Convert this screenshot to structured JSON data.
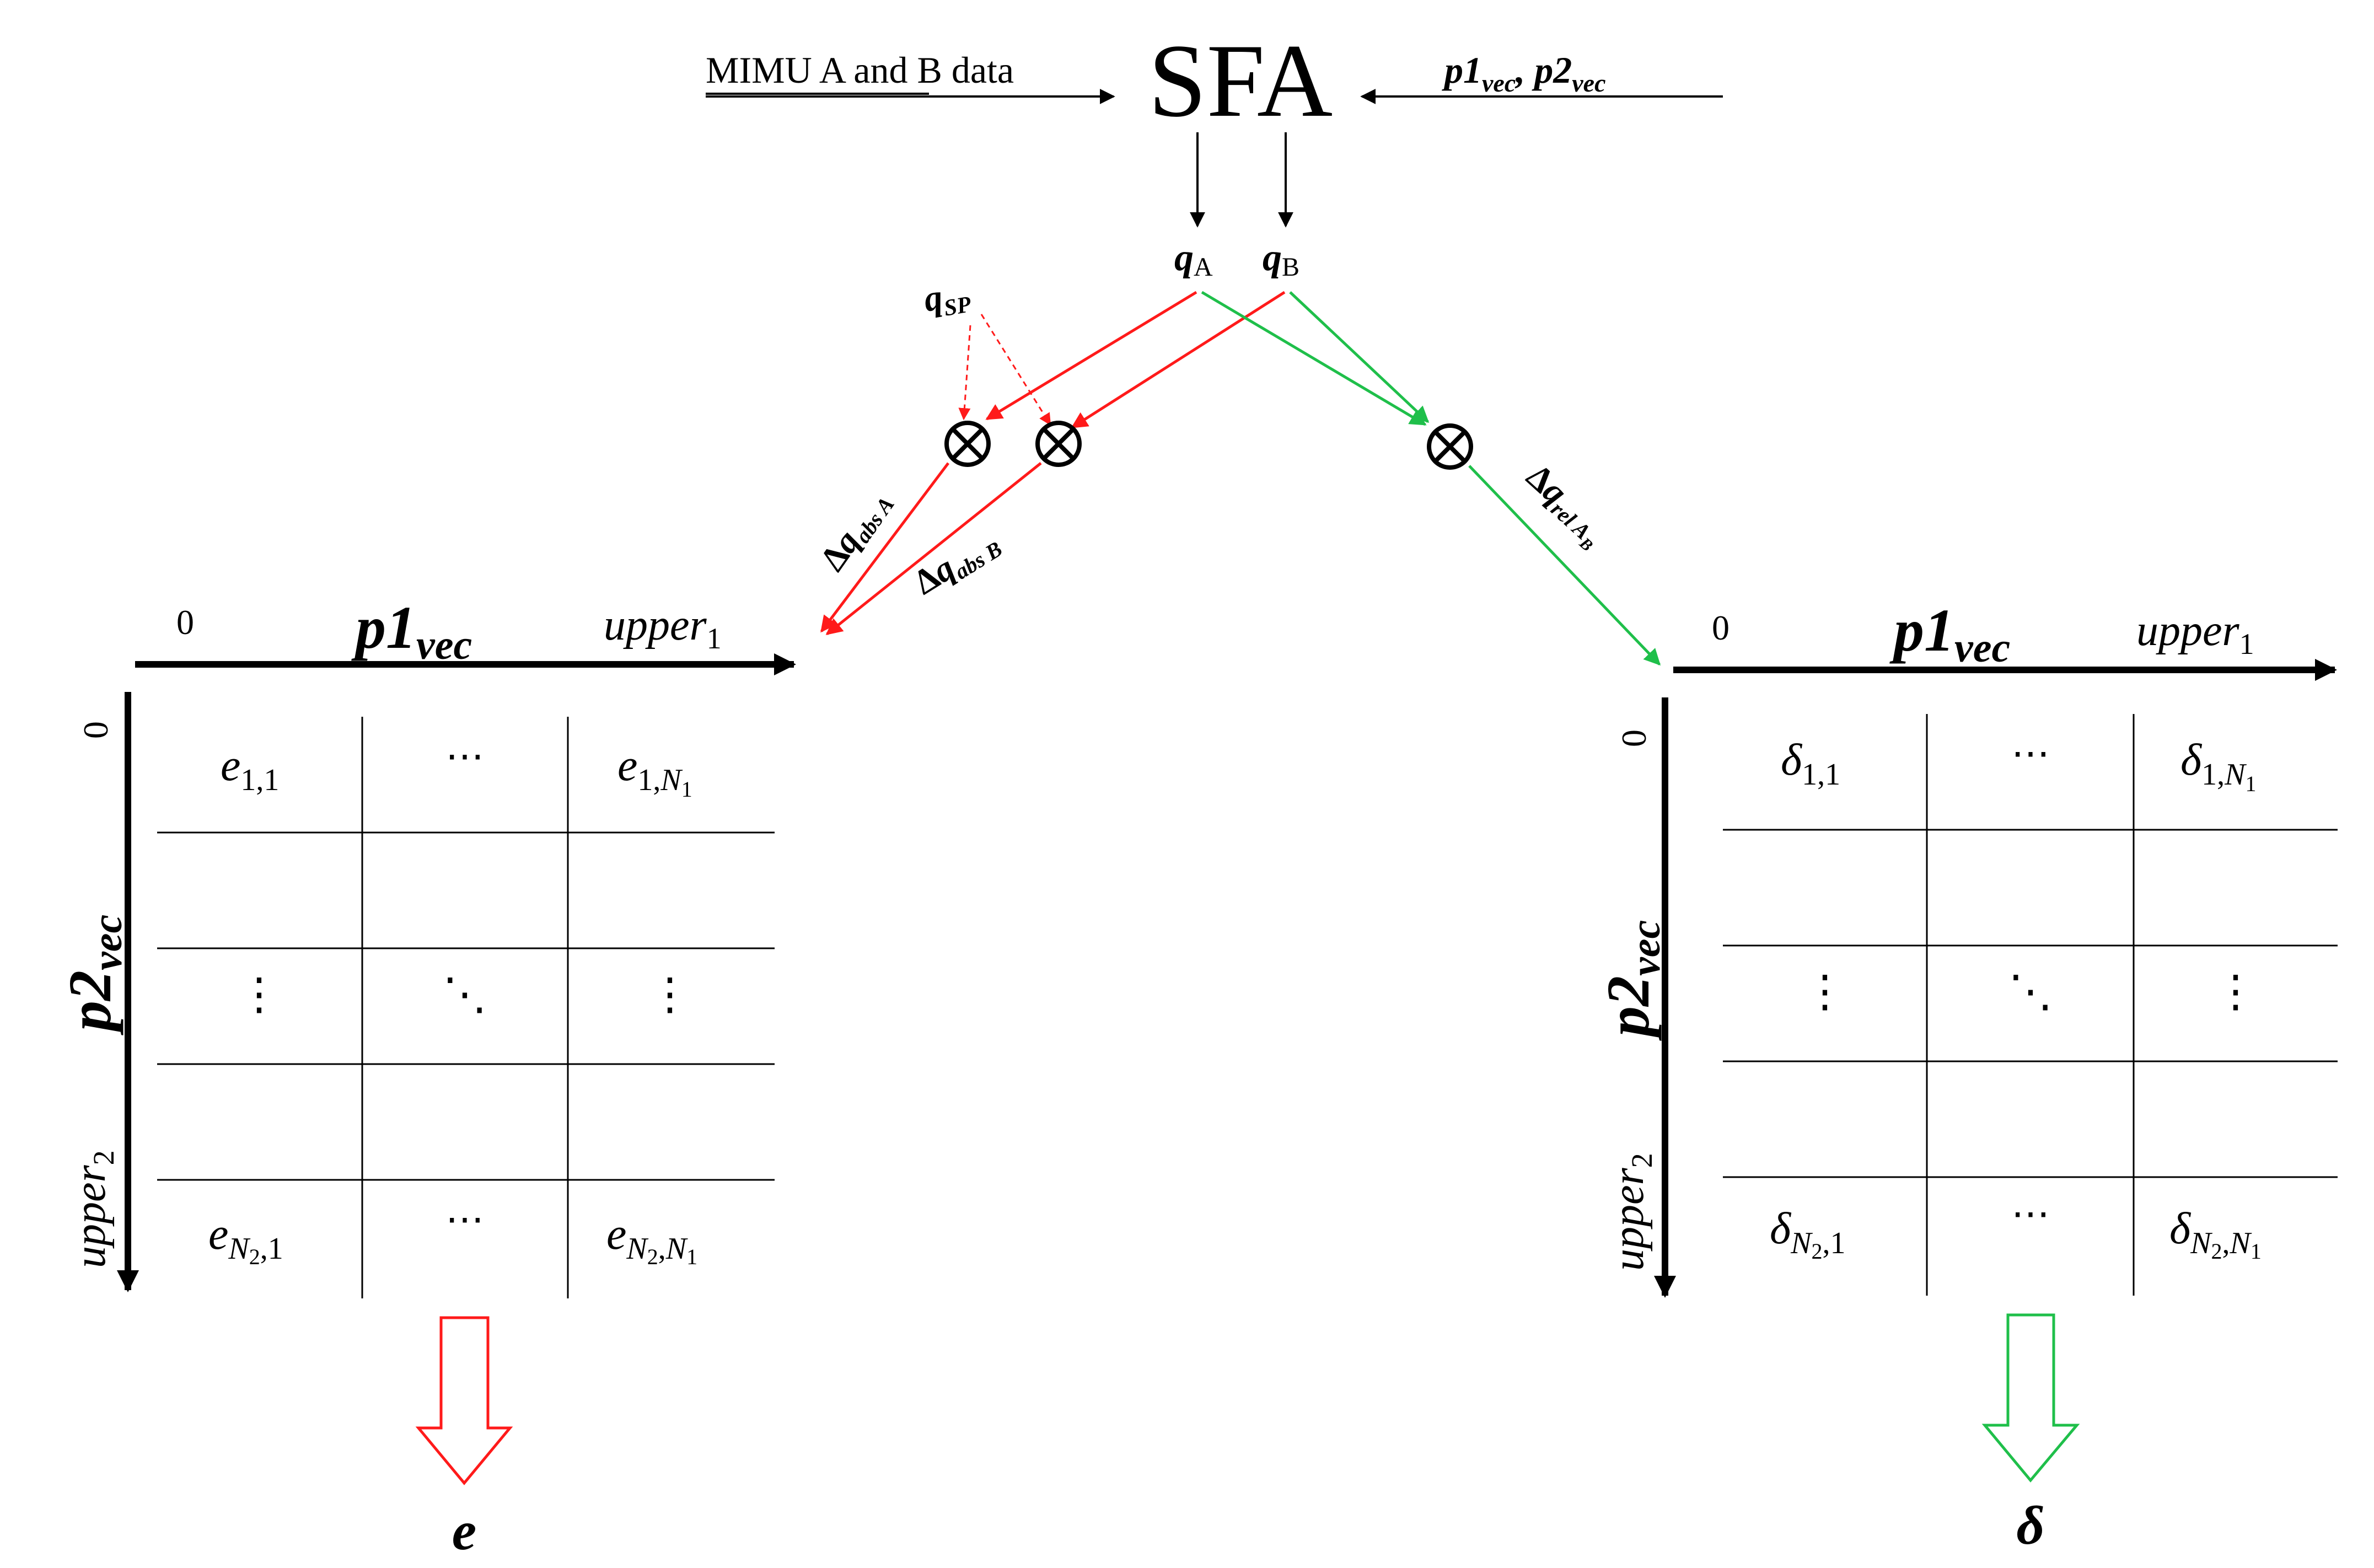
{
  "top": {
    "title": "SFA",
    "left_input": "MIMU A and B data",
    "right_input": {
      "p1": "p1",
      "vec": "vec",
      "sep": ", ",
      "p2": "p2",
      "vec2": "vec"
    }
  },
  "outputs": {
    "qA": {
      "q": "q",
      "sub": "A"
    },
    "qB": {
      "q": "q",
      "sub": "B"
    },
    "qSP": {
      "q": "q",
      "sub": "SP"
    }
  },
  "ops": {
    "otimes": "⊗"
  },
  "edge_labels": {
    "abs_a": {
      "delta": "Δ",
      "q": "q",
      "sub": "abs A"
    },
    "abs_b": {
      "delta": "Δ",
      "q": "q",
      "sub": "abs B"
    },
    "rel_ab": {
      "delta": "Δ",
      "q": "q",
      "sub": "rel A",
      "subsub": "B"
    }
  },
  "axes": {
    "zero": "0",
    "p1": "p1",
    "p1_sub": "vec",
    "p2": "p2",
    "p2_sub": "vec",
    "upper": "upper",
    "upper1_sub": "1",
    "upper2_sub": "2"
  },
  "matrix_left": {
    "sym": "e",
    "cells": {
      "r1c1": {
        "sub": "1,1"
      },
      "r1c2": "⋯",
      "r1c3": {
        "sub": "1,",
        "subN": "N",
        "subNsub": "1"
      },
      "r3c1": "⋮",
      "r3c2": "⋱",
      "r3c3": "⋮",
      "r5c1": {
        "subN": "N",
        "subNsub": "2",
        "sub": ",1"
      },
      "r5c2": "⋯",
      "r5c3": {
        "subN": "N",
        "subNsub": "2",
        "mid": ",",
        "subN2": "N",
        "subN2sub": "1"
      }
    },
    "output": "e"
  },
  "matrix_right": {
    "sym": "δ",
    "output": "δ"
  },
  "colors": {
    "red": "#ff1a1a",
    "green": "#1fbf4a",
    "black": "#000000"
  }
}
